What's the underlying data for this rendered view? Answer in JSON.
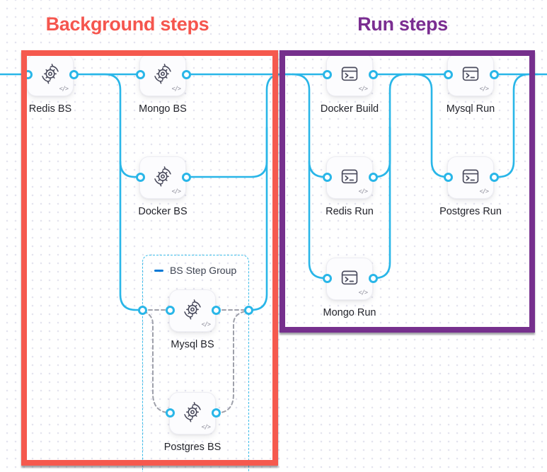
{
  "titles": {
    "background": "Background steps",
    "run": "Run steps"
  },
  "colors": {
    "background_annotation": "#f5594e",
    "run_annotation": "#76308d",
    "connector": "#29b6e8",
    "dashed_connector": "#9ea0aa",
    "group_border": "#3abce9",
    "collapse_dash": "#0278d5"
  },
  "step_group": {
    "label": "BS Step Group"
  },
  "icons": {
    "code_glyph": "</>"
  },
  "steps": [
    {
      "label": "Redis BS",
      "icon": "background-step-icon"
    },
    {
      "label": "Mongo BS",
      "icon": "background-step-icon"
    },
    {
      "label": "Docker BS",
      "icon": "background-step-icon"
    },
    {
      "label": "Mysql BS",
      "icon": "background-step-icon"
    },
    {
      "label": "Postgres BS",
      "icon": "background-step-icon"
    },
    {
      "label": "Docker Build",
      "icon": "run-step-icon"
    },
    {
      "label": "Mysql Run",
      "icon": "run-step-icon"
    },
    {
      "label": "Redis Run",
      "icon": "run-step-icon"
    },
    {
      "label": "Postgres Run",
      "icon": "run-step-icon"
    },
    {
      "label": "Mongo Run",
      "icon": "run-step-icon"
    }
  ]
}
